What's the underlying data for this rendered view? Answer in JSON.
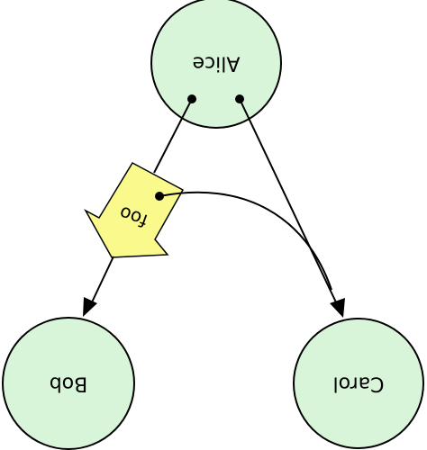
{
  "colors": {
    "node_fill": "#d9f5d9",
    "flag_fill": "#fafa8c",
    "stroke": "#000000",
    "background": "#ffffff"
  },
  "nodes": {
    "alice": {
      "label": "Alice"
    },
    "bob": {
      "label": "Bob"
    },
    "carol": {
      "label": "Carol"
    }
  },
  "flag": {
    "label": "foo"
  },
  "edges": [
    {
      "from": "alice",
      "to": "bob",
      "arrow": true
    },
    {
      "from": "alice",
      "to": "carol",
      "arrow": true
    },
    {
      "from": "flag",
      "to": "carol",
      "arrow": false
    }
  ]
}
